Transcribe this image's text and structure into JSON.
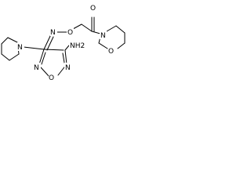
{
  "diagram": {
    "type": "skeletal-chemical-structure",
    "colors": {
      "bond": "#000000",
      "text": "#000000",
      "background": "#ffffff"
    },
    "atoms": {
      "oxime_n": "N",
      "oxime_o": "O",
      "carbonyl_o": "O",
      "amide_n": "N",
      "morpholine_o": "O",
      "piperidine_n": "N",
      "amino": "NH2",
      "ring_o": "O",
      "ring_n_left": "N",
      "ring_n_right": "N"
    }
  }
}
